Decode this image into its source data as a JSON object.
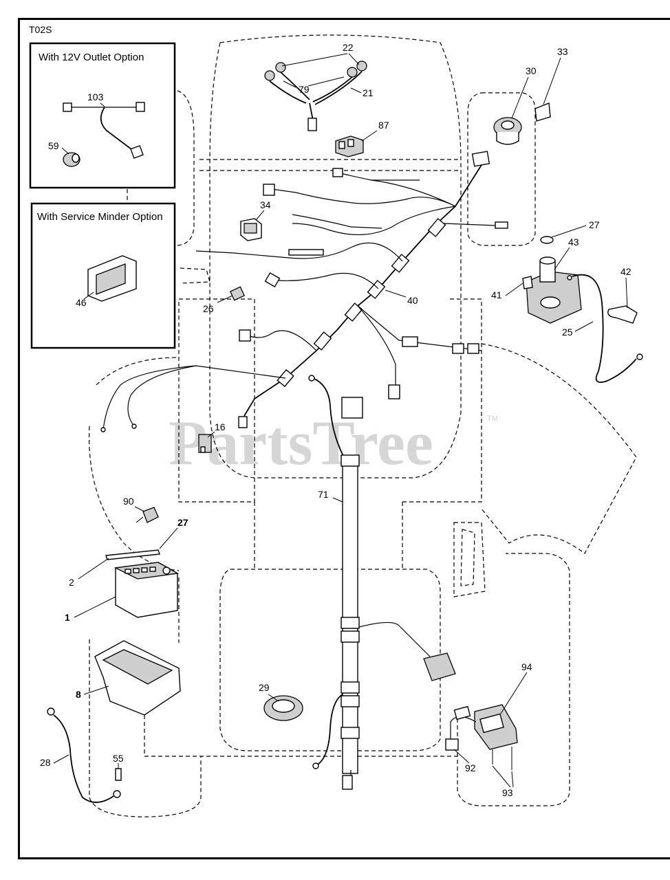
{
  "diagram_code": "T02S",
  "watermark": {
    "text": "PartsTree",
    "tm": "TM"
  },
  "option_boxes": [
    {
      "title": "With 12V Outlet Option",
      "parts": [
        "103",
        "59"
      ]
    },
    {
      "title": "With Service Minder Option",
      "parts": [
        "46"
      ]
    }
  ],
  "callouts": {
    "p1": "1",
    "p2": "2",
    "p8": "8",
    "p16": "16",
    "p21": "21",
    "p22": "22",
    "p25": "25",
    "p26": "26",
    "p27a": "27",
    "p27b": "27",
    "p28": "28",
    "p29": "29",
    "p30": "30",
    "p33": "33",
    "p34": "34",
    "p40": "40",
    "p41": "41",
    "p42": "42",
    "p43": "43",
    "p46": "46",
    "p55": "55",
    "p59": "59",
    "p71": "71",
    "p79": "79",
    "p87": "87",
    "p90": "90",
    "p92": "92",
    "p93": "93",
    "p94": "94",
    "p103": "103"
  }
}
